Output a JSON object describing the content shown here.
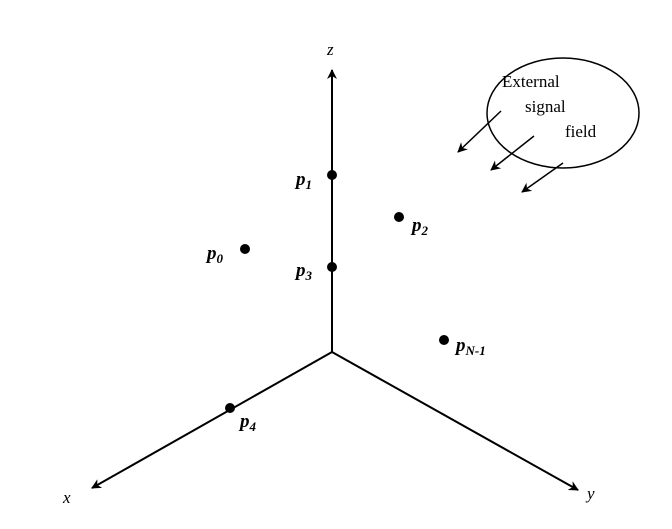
{
  "axes": {
    "x_label": "x",
    "y_label": "y",
    "z_label": "z"
  },
  "points": [
    {
      "base": "p",
      "sub": "1"
    },
    {
      "base": "p",
      "sub": "2"
    },
    {
      "base": "p",
      "sub": "0"
    },
    {
      "base": "p",
      "sub": "3"
    },
    {
      "base": "p",
      "sub": "N-1"
    },
    {
      "base": "p",
      "sub": "4"
    }
  ],
  "external_field": {
    "lines": [
      "External",
      "signal",
      "field"
    ]
  },
  "colors": {
    "ink": "#000000",
    "background": "#ffffff"
  }
}
